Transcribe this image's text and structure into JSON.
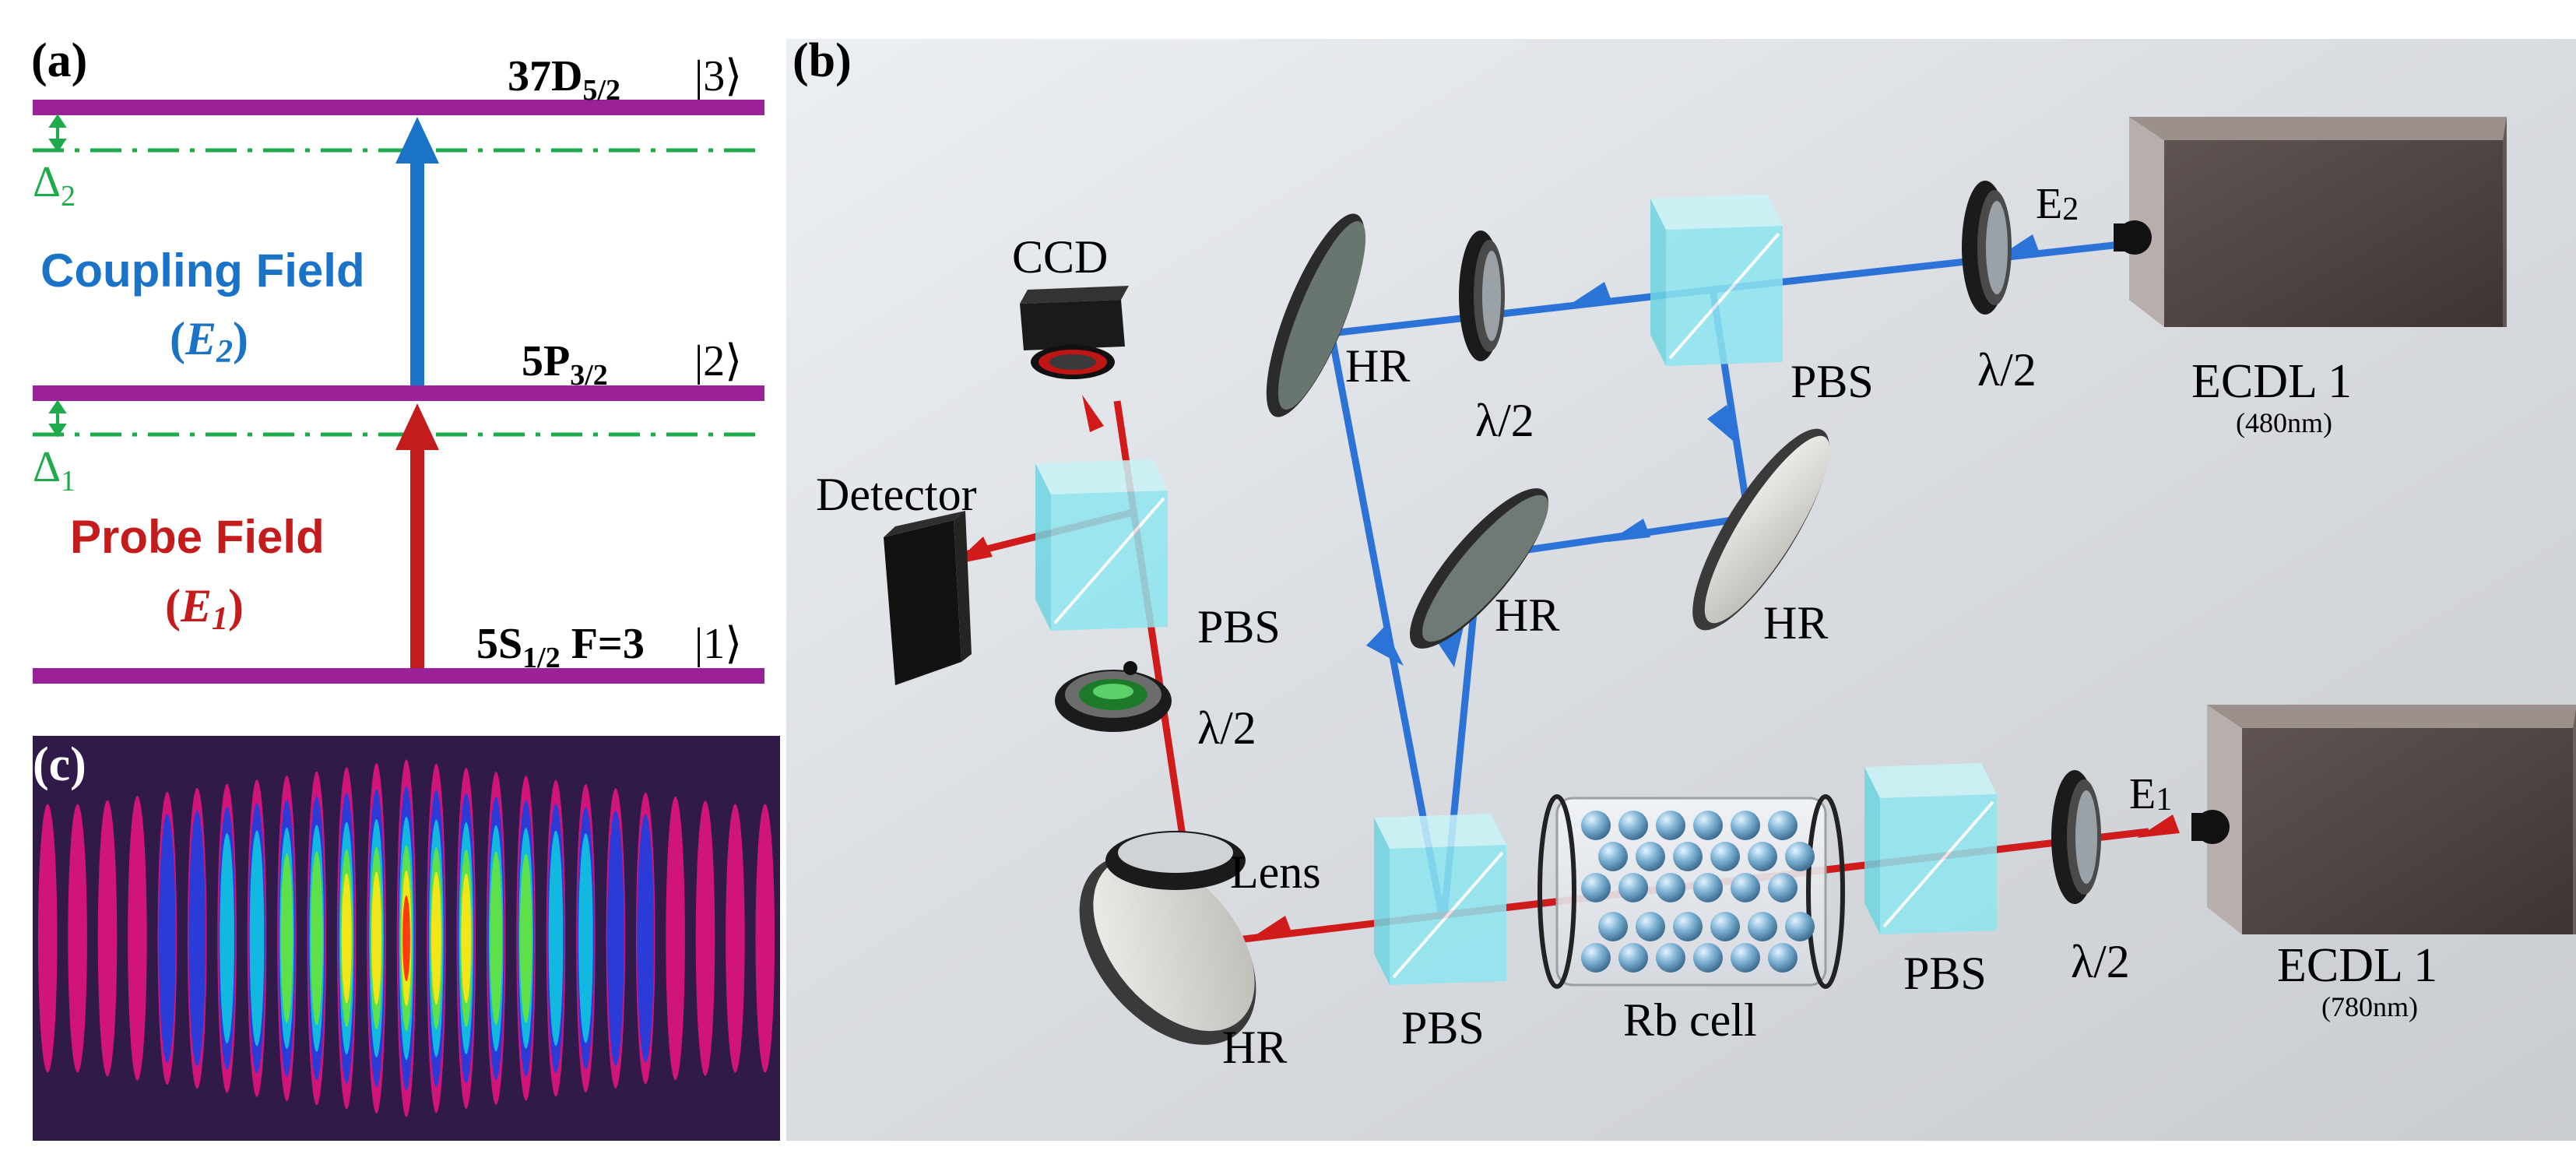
{
  "panels": {
    "a": {
      "label": "(a)",
      "levels": [
        {
          "name": "37D",
          "sub": "5/2",
          "ket": "|3⟩"
        },
        {
          "name": "5P",
          "sub": "3/2",
          "ket": "|2⟩"
        },
        {
          "name": "5S",
          "sub": "1/2",
          "extra": " F=3",
          "ket": "|1⟩"
        }
      ],
      "detunings": [
        {
          "symbol": "Δ",
          "sub": "2"
        },
        {
          "symbol": "Δ",
          "sub": "1"
        }
      ],
      "coupling": {
        "line1": "Coupling Field",
        "field": "E",
        "sub": "2"
      },
      "probe": {
        "line1": "Probe Field",
        "field": "E",
        "sub": "1"
      }
    },
    "b": {
      "label": "(b)",
      "labels": {
        "ccd": "CCD",
        "detector": "Detector",
        "pbs": "PBS",
        "hr": "HR",
        "half_wave": "λ/2",
        "lens": "Lens",
        "rb_cell": "Rb cell",
        "e2": "E",
        "e2_sub": "2",
        "e1": "E",
        "e1_sub": "1",
        "laser_top": "ECDL 1",
        "laser_top_wl": "(480nm)",
        "laser_bottom": "ECDL 1",
        "laser_bottom_wl": "(780nm)"
      }
    },
    "c": {
      "label": "(c)",
      "fringe_count": 25
    }
  },
  "colors": {
    "level_purple": "#9a2198",
    "detuning_green": "#1faa4b",
    "coupling_blue": "#1a73c6",
    "probe_red": "#c41c1c",
    "beam_blue": "#2b73d6",
    "beam_red": "#d11a1a",
    "pbs_cyan": "#8ee6f0"
  }
}
